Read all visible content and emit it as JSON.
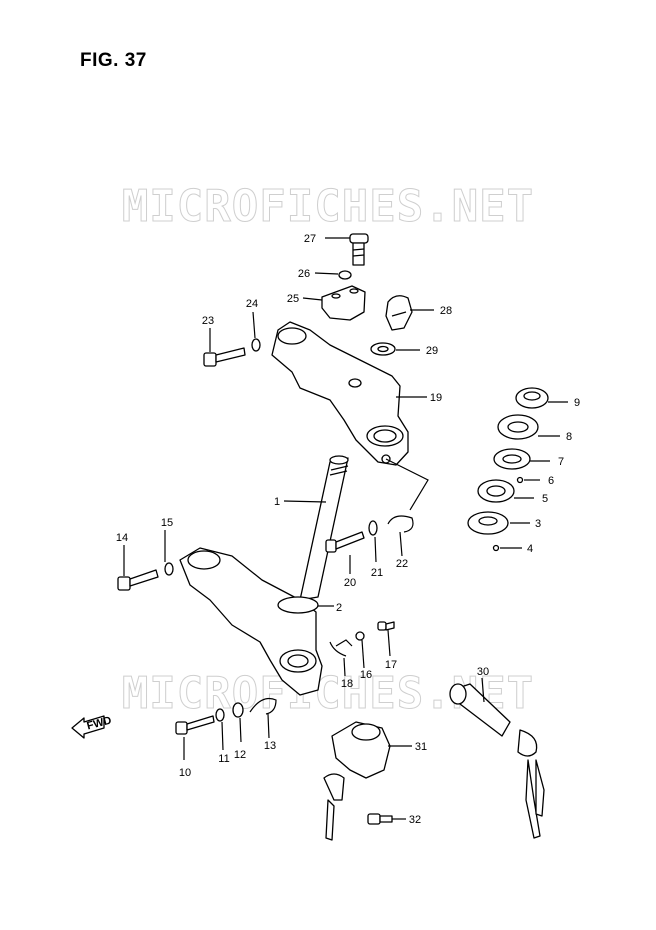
{
  "figure": {
    "title": "FIG. 37"
  },
  "watermark": {
    "text": "MICROFICHES.NET"
  },
  "direction": {
    "label": "FWD"
  },
  "callouts": [
    {
      "id": "c1",
      "number": "1"
    },
    {
      "id": "c2",
      "number": "2"
    },
    {
      "id": "c3",
      "number": "3"
    },
    {
      "id": "c4",
      "number": "4"
    },
    {
      "id": "c5",
      "number": "5"
    },
    {
      "id": "c6",
      "number": "6"
    },
    {
      "id": "c7",
      "number": "7"
    },
    {
      "id": "c8",
      "number": "8"
    },
    {
      "id": "c9",
      "number": "9"
    },
    {
      "id": "c10",
      "number": "10"
    },
    {
      "id": "c11",
      "number": "11"
    },
    {
      "id": "c12",
      "number": "12"
    },
    {
      "id": "c13",
      "number": "13"
    },
    {
      "id": "c14",
      "number": "14"
    },
    {
      "id": "c15",
      "number": "15"
    },
    {
      "id": "c16",
      "number": "16"
    },
    {
      "id": "c17",
      "number": "17"
    },
    {
      "id": "c18",
      "number": "18"
    },
    {
      "id": "c19",
      "number": "19"
    },
    {
      "id": "c20",
      "number": "20"
    },
    {
      "id": "c21",
      "number": "21"
    },
    {
      "id": "c22",
      "number": "22"
    },
    {
      "id": "c23",
      "number": "23"
    },
    {
      "id": "c24",
      "number": "24"
    },
    {
      "id": "c25",
      "number": "25"
    },
    {
      "id": "c26",
      "number": "26"
    },
    {
      "id": "c27",
      "number": "27"
    },
    {
      "id": "c28",
      "number": "28"
    },
    {
      "id": "c29",
      "number": "29"
    },
    {
      "id": "c30",
      "number": "30"
    },
    {
      "id": "c31",
      "number": "31"
    },
    {
      "id": "c32",
      "number": "32"
    }
  ]
}
